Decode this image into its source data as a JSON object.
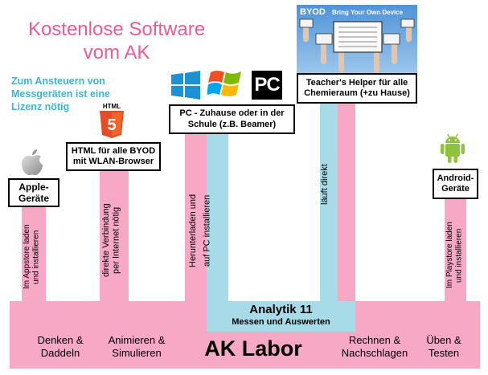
{
  "title": {
    "line1": "Kostenlose Software",
    "line2": "vom AK"
  },
  "note": {
    "line1": "Zum Ansteuern von",
    "line2": "Messgeräten ist eine",
    "line3": "Lizenz nötig"
  },
  "boxes": {
    "apple": {
      "line1": "Apple-",
      "line2": "Geräte"
    },
    "html": {
      "line1": "HTML für alle BYOD",
      "line2": "mit WLAN-Browser"
    },
    "pc": {
      "line1": "PC - Zuhause oder in der",
      "line2": "Schule (z.B. Beamer)"
    },
    "teacher": {
      "line1": "Teacher's Helper für alle",
      "line2": "Chemieraum (+zu Hause)"
    },
    "android": {
      "line1": "Android-",
      "line2": "Geräte"
    }
  },
  "pillars": {
    "apple": {
      "line1": "Im Appstore laden",
      "line2": "und installieren"
    },
    "html": {
      "line1": "direkte Verbindung",
      "line2": "per Internet nötig"
    },
    "pc1": {
      "line1": "Herunterladen und",
      "line2": "auf PC installieren"
    },
    "teacher": {
      "line1": "läuft direkt"
    },
    "android": {
      "line1": "Im Playstore laden",
      "line2": "und installieren"
    }
  },
  "analytik": {
    "title": "Analytik 11",
    "subtitle": "Messen und Auswerten"
  },
  "base": {
    "main": "AK Labor",
    "items": [
      {
        "line1": "Denken &",
        "line2": "Daddeln"
      },
      {
        "line1": "Animieren &",
        "line2": "Simulieren"
      },
      {
        "line1": "Rechnen &",
        "line2": "Nachschlagen"
      },
      {
        "line1": "Üben &",
        "line2": "Testen"
      }
    ]
  },
  "icons": {
    "html5": {
      "label": "HTML",
      "number": "5"
    },
    "pc_logo": "PC",
    "byod": {
      "label": "BYOD",
      "caption": "Bring Your Own Device"
    }
  },
  "colors": {
    "pink": "#f7a8c4",
    "blue": "#a8dbe8",
    "title": "#ee5a97",
    "note": "#3cb4d4"
  }
}
